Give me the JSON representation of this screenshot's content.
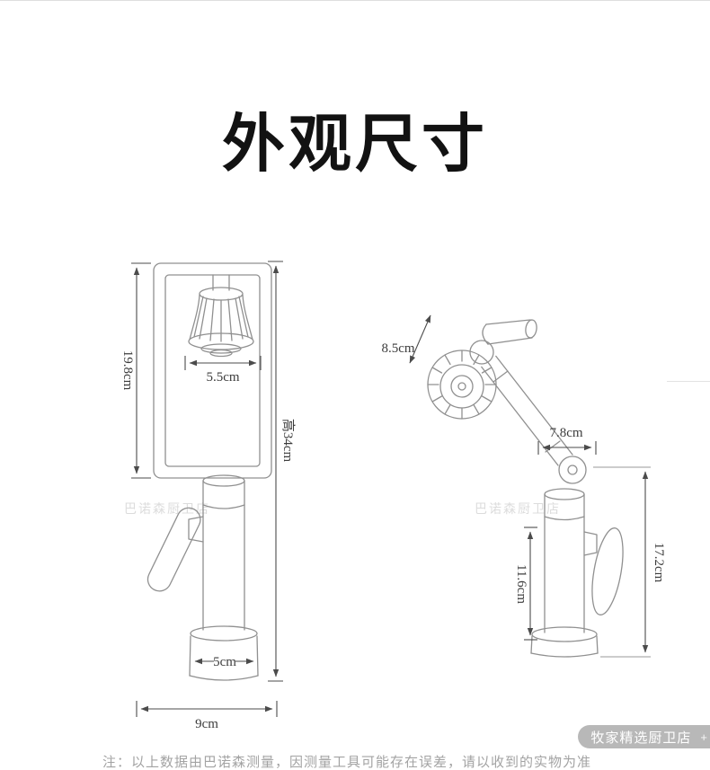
{
  "page": {
    "title": "外观尺寸",
    "note": "注：以上数据由巴诺森测量，因测量工具可能存在误差，请以收到的实物为准",
    "watermark": "巴诺森厨卫店",
    "shop_badge": "牧家精选厨卫店",
    "shop_badge_plus": "+"
  },
  "left_faucet": {
    "arm_height": "19.8cm",
    "head_width": "5.5cm",
    "total_height": "高34cm",
    "base_width": "5cm",
    "overall_width": "9cm"
  },
  "right_faucet": {
    "head_length": "8.5cm",
    "arm_length": "7.8cm",
    "body_height": "11.6cm",
    "total_height": "17.2cm"
  },
  "colors": {
    "drawing_line": "#909090",
    "dimension_line": "#4b4b4b",
    "title_text": "#121212",
    "watermark_text": "#dcdcdc",
    "note_text": "#a3a3a3",
    "badge_background": "rgba(125,125,125,0.55)"
  }
}
